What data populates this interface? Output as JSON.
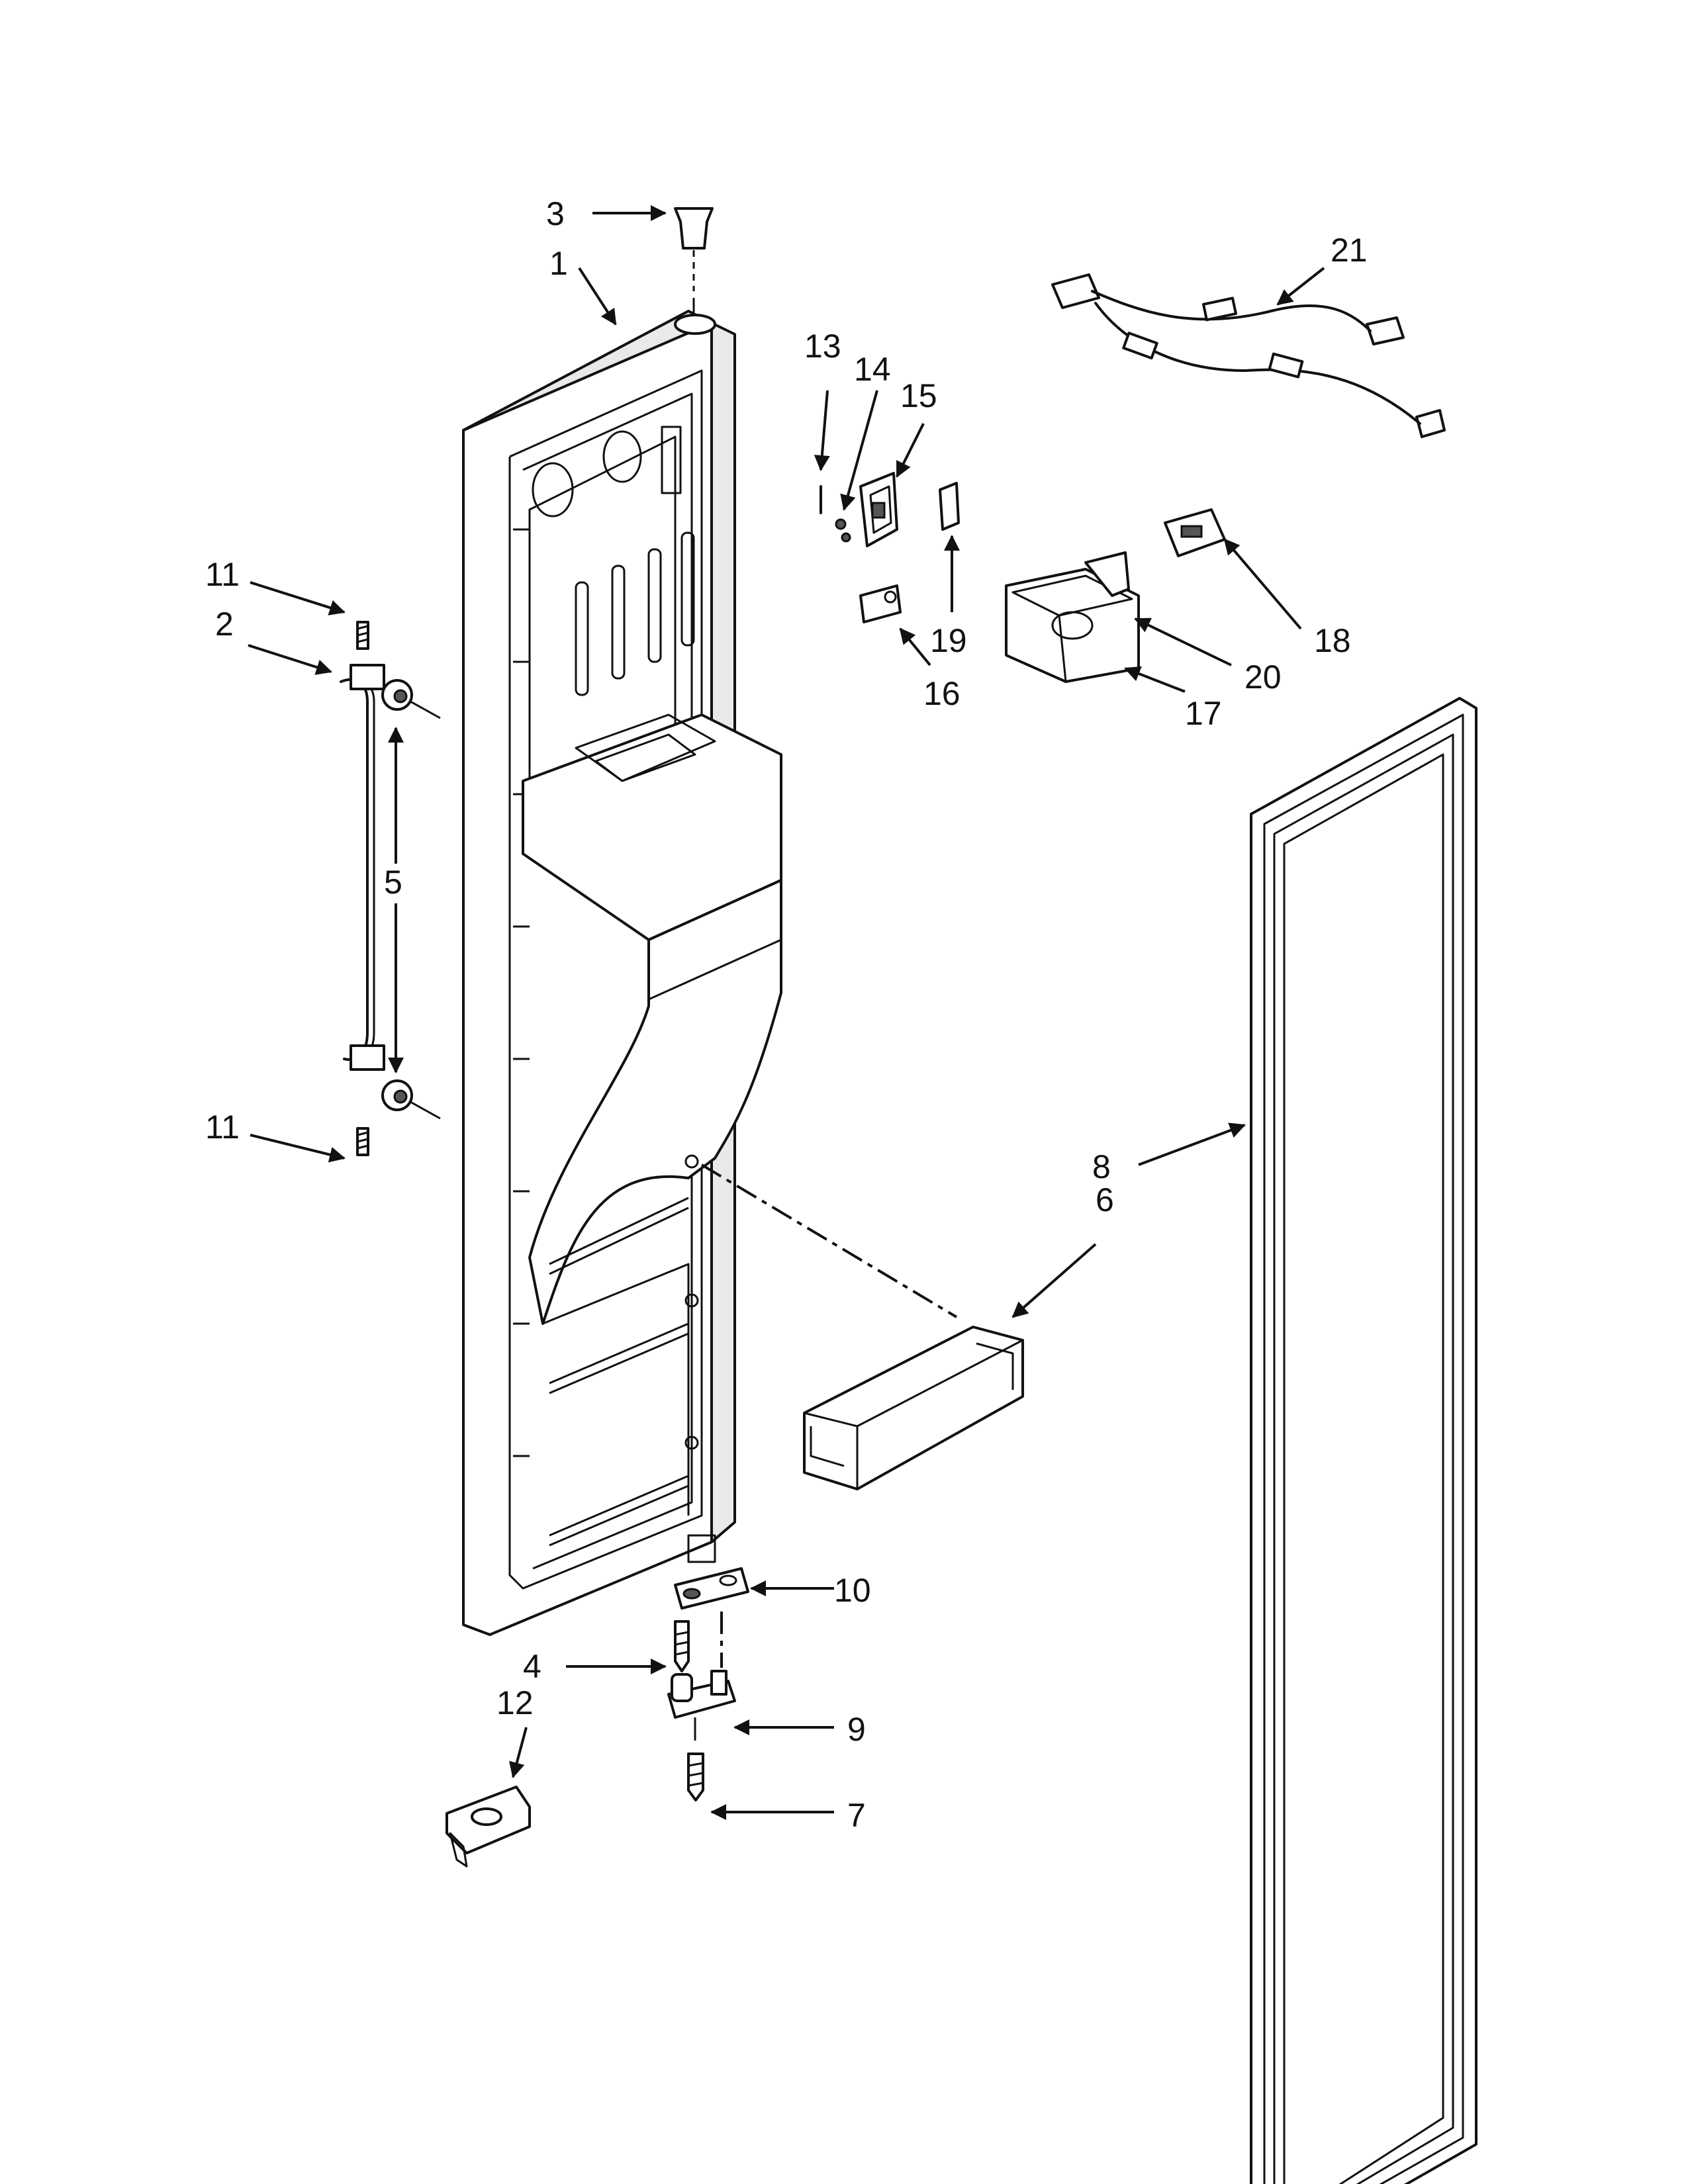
{
  "callouts": [
    "1",
    "2",
    "3",
    "4",
    "5",
    "6",
    "7",
    "8",
    "9",
    "10",
    "11",
    "11",
    "12",
    "13",
    "14",
    "15",
    "16",
    "17",
    "18",
    "19",
    "20",
    "21"
  ]
}
